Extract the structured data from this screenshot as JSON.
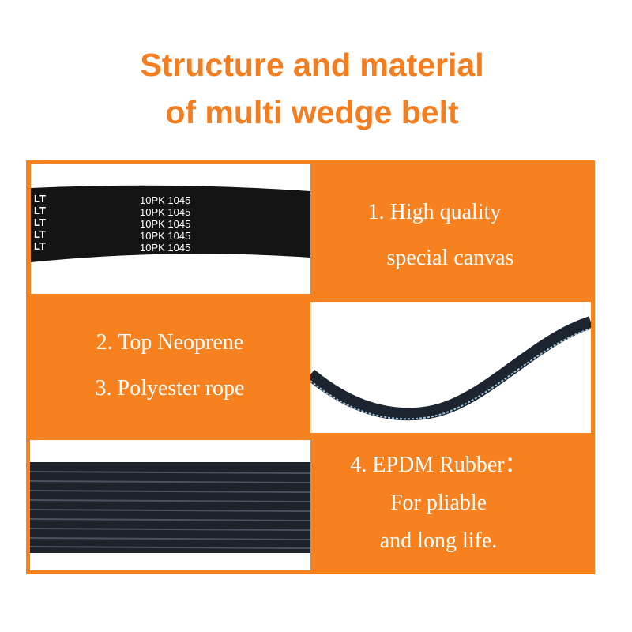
{
  "title": {
    "line1": "Structure and material",
    "line2": "of multi wedge belt"
  },
  "belt_print": {
    "code": "10PK 1045",
    "partial_text": "LT"
  },
  "features": {
    "f1": {
      "line1": "1. High quality",
      "line2": "special canvas"
    },
    "f2": {
      "line1": "2. Top Neoprene",
      "line2": "3. Polyester rope"
    },
    "f3": {
      "line1": "4. EPDM Rubber：",
      "line2": "For pliable",
      "line3": "and long life."
    }
  },
  "colors": {
    "accent": "#f7801f",
    "belt": "#1a1a1a"
  }
}
